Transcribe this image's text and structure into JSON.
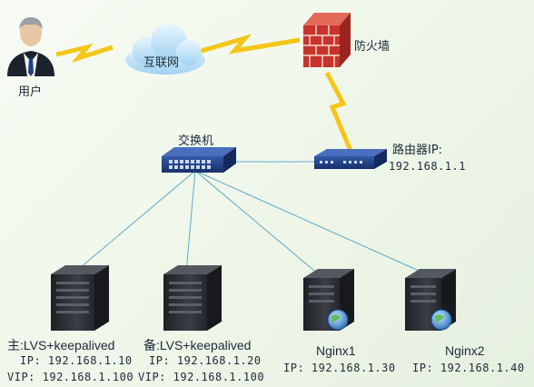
{
  "nodes": {
    "user": {
      "label": "用户"
    },
    "internet": {
      "label": "互联网"
    },
    "firewall": {
      "label": "防火墙"
    },
    "switch": {
      "label": "交换机"
    },
    "router": {
      "label": "路由器IP:",
      "ip": "192.168.1.1"
    },
    "lvs_master": {
      "label": "主:LVS+keepalived",
      "ip_line": "IP: 192.168.1.10",
      "vip_line": "VIP: 192.168.1.100"
    },
    "lvs_backup": {
      "label": "备:LVS+keepalived",
      "ip_line": "IP: 192.168.1.20",
      "vip_line": "VIP: 192.168.1.100"
    },
    "nginx1": {
      "label": "Nginx1",
      "ip_line": "IP: 192.168.1.30"
    },
    "nginx2": {
      "label": "Nginx2",
      "ip_line": "IP: 192.168.1.40"
    }
  },
  "colors": {
    "background": "#eef6e8",
    "link_line": "#5fa8c8",
    "wan_bolt": "#f5c518",
    "device_blue": "#1f3f86",
    "server_dark": "#2b2e33",
    "firewall_red": "#c8332b"
  }
}
